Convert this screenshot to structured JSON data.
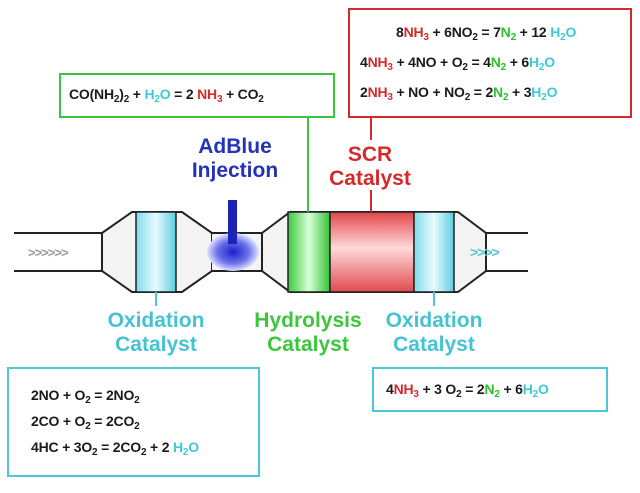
{
  "labels": {
    "adblue": [
      "AdBlue",
      "Injection"
    ],
    "scr": [
      "SCR",
      "Catalyst"
    ],
    "oxidation_left": [
      "Oxidation",
      "Catalyst"
    ],
    "hydrolysis": [
      "Hydrolysis",
      "Catalyst"
    ],
    "oxidation_right": [
      "Oxidation",
      "Catalyst"
    ]
  },
  "flow_arrows": {
    "inlet": ">>>>>>",
    "outlet": ">>>>"
  },
  "colors": {
    "nh3": "#d42a2a",
    "h2o": "#3ec8d8",
    "n2": "#2fbf2f",
    "adblue": "#2432b8",
    "scr_catalyst": "#e85b5b",
    "hydrolysis_catalyst": "#3ec33e",
    "oxidation_catalyst": "#4dc6d6"
  },
  "equations": {
    "hydrolysis": {
      "co": "CO(NH",
      "two": "2",
      "close": ")",
      "plus": " + ",
      "h": "H",
      "o": "O",
      "eqsign": " = 2 ",
      "nh": "NH",
      "three": "3",
      "co2": " + CO"
    },
    "scr": [
      [
        "8",
        "NH",
        "3",
        " + 6NO",
        "2",
        " = 7",
        "N",
        "2",
        " + 12 ",
        "H",
        "2",
        "O"
      ],
      [
        "4",
        "NH",
        "3",
        " + 4NO + O",
        "2",
        " = 4",
        "N",
        "2",
        " + 6",
        "H",
        "2",
        "O"
      ],
      [
        "2",
        "NH",
        "3",
        " + NO  + NO",
        "2",
        " = 2",
        "N",
        "2",
        " + 3",
        "H",
        "2",
        "O"
      ]
    ],
    "oxidation_left": {
      "l1": [
        "2NO + O",
        "2",
        " =  2NO",
        "2"
      ],
      "l2": [
        "2CO + O",
        "2",
        " = 2CO",
        "2"
      ],
      "l3": [
        "4HC + 3O",
        "2",
        " = 2CO",
        "2",
        " + 2 ",
        "H",
        "2",
        "O"
      ]
    },
    "oxidation_right": [
      "4",
      "NH",
      "3",
      " + 3 O",
      "2",
      " = 2",
      "N",
      "2",
      " + 6",
      "H",
      "2",
      "O"
    ]
  }
}
